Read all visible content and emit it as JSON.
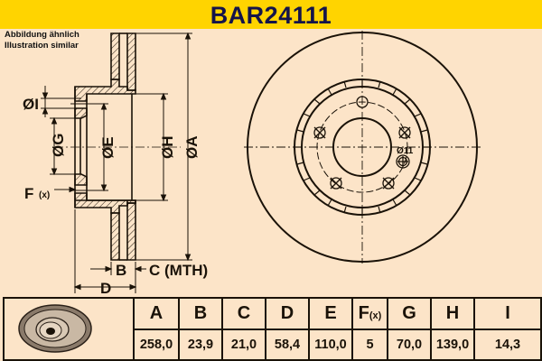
{
  "header": {
    "title": "BAR24111",
    "background": "#ffd400",
    "text_color": "#14144a"
  },
  "note": {
    "line1": "Abbildung ähnlich",
    "line2": "Illustration similar"
  },
  "drawing": {
    "labels": {
      "I": "ØI",
      "G": "ØG",
      "E": "ØE",
      "H": "ØH",
      "A": "ØA",
      "F": "F",
      "F_sub": "(x)",
      "B": "B",
      "C": "C (MTH)",
      "D": "D",
      "bolt_hole": "Ø11"
    },
    "background": "#fce4c8",
    "line_color": "#1a1208"
  },
  "table": {
    "thumbnail": "brake-disc-thumbnail",
    "columns": [
      {
        "key": "A",
        "label": "A",
        "value": "258,0"
      },
      {
        "key": "B",
        "label": "B",
        "value": "23,9"
      },
      {
        "key": "C",
        "label": "C",
        "value": "21,0"
      },
      {
        "key": "D",
        "label": "D",
        "value": "58,4"
      },
      {
        "key": "E",
        "label": "E",
        "value": "110,0"
      },
      {
        "key": "F",
        "label": "F",
        "label_sub": "(x)",
        "value": "5"
      },
      {
        "key": "G",
        "label": "G",
        "value": "70,0"
      },
      {
        "key": "H",
        "label": "H",
        "value": "139,0"
      },
      {
        "key": "I",
        "label": "I",
        "value": "14,3"
      }
    ]
  }
}
